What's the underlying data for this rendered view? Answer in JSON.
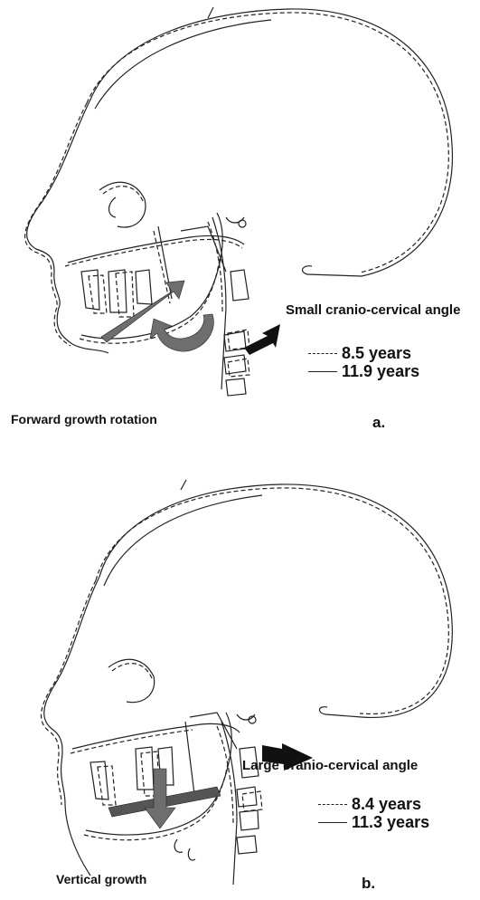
{
  "panels": [
    {
      "letter": "a.",
      "angle_label": "Small cranio-cervical angle",
      "growth_label": "Forward growth rotation",
      "legend": {
        "dashed": "8.5 years",
        "solid": "11.9 years"
      }
    },
    {
      "letter": "b.",
      "angle_label": "Large cranio-cervical angle",
      "growth_label": "Vertical growth",
      "legend": {
        "dashed": "8.4 years",
        "solid": "11.3 years"
      }
    }
  ],
  "colors": {
    "line": "#222222",
    "arrow_gray": "#6e6e6e",
    "arrow_black": "#111111"
  }
}
